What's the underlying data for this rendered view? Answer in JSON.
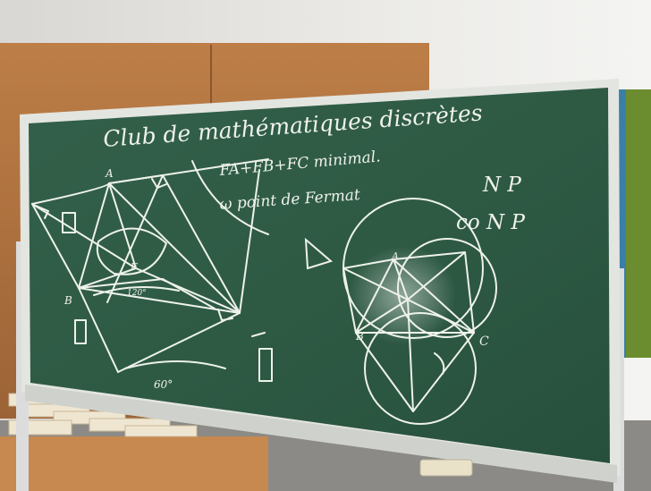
{
  "board": {
    "title": "Club de mathématiques discrètes",
    "formula": "FA+FB+FC minimal.",
    "subtitle": "ω point de Fermat",
    "np_top": "N P",
    "np_bottom": "co N P",
    "label_60": "60°",
    "label_120": "120°",
    "vertex_labels": {
      "A": "A",
      "B": "B",
      "C": "C",
      "F": "F"
    }
  },
  "colors": {
    "chalkboard": "#2f5a45",
    "frame": "#dfe2dc",
    "chalk": "#eef2ea",
    "wall": "#e8e6e2",
    "wood": "#b77a45"
  }
}
